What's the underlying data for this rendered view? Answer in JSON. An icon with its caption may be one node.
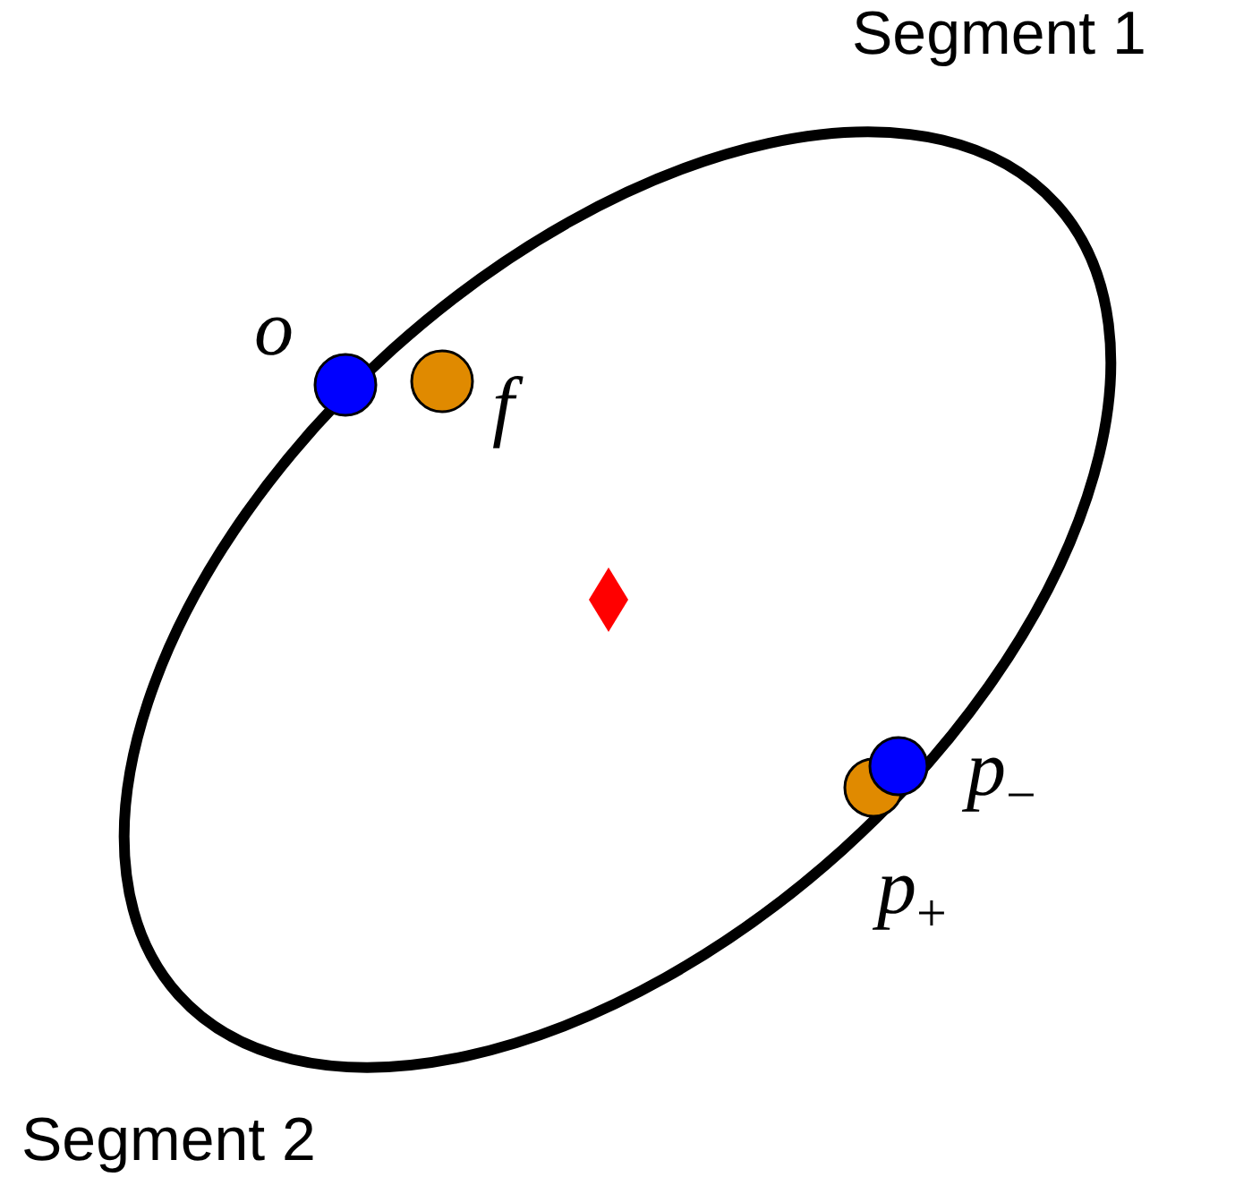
{
  "diagram": {
    "labels": [
      "Segment 1",
      "o",
      "f",
      "*p*$_{−}$",
      "*p*$_{+}$",
      "Segment 2"
    ]
  }
}
